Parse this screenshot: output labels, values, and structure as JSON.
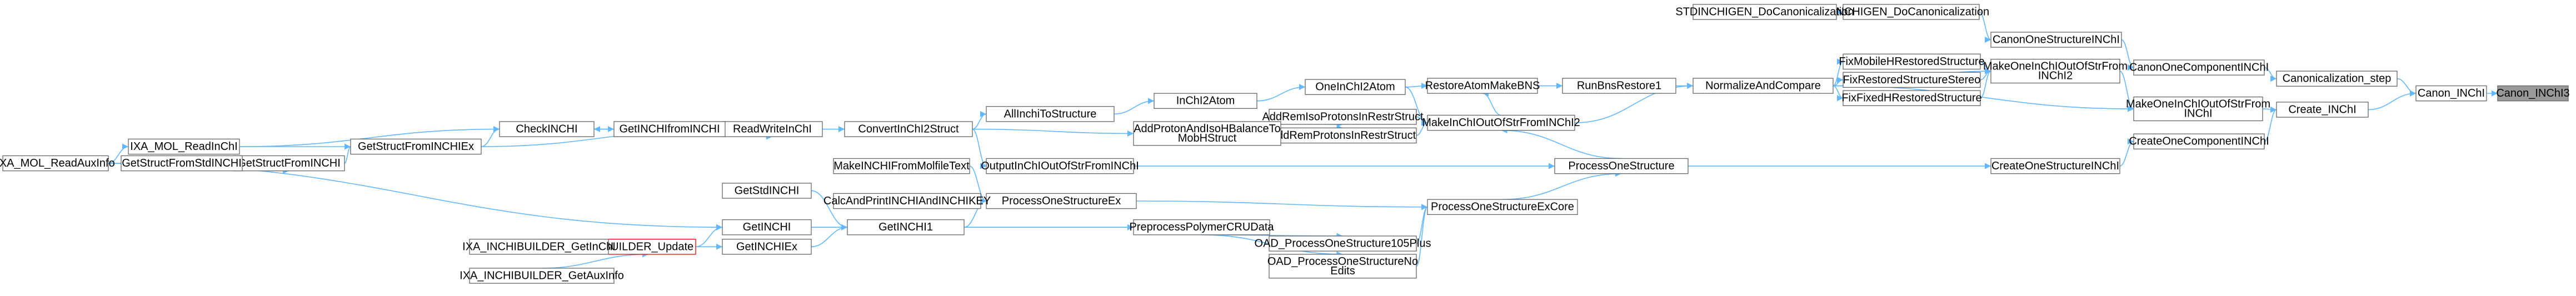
{
  "graph": {
    "background": "#ffffff",
    "edge_color": "#63b8ff",
    "node_border": "#666666",
    "root_fill": "#999999",
    "highlight_border": "#ff0000",
    "nodes": [
      {
        "id": "Canon_INChI3",
        "lines": [
          "Canon_INChI3"
        ],
        "style": "root"
      },
      {
        "id": "Canon_INChI",
        "lines": [
          "Canon_INChI"
        ]
      },
      {
        "id": "Canonicalization_step",
        "lines": [
          "Canonicalization_step"
        ]
      },
      {
        "id": "Create_INChI",
        "lines": [
          "Create_INChI"
        ]
      },
      {
        "id": "CanonOneComponentINChI",
        "lines": [
          "CanonOneComponentINChI"
        ]
      },
      {
        "id": "CanonOneStructureINChI",
        "lines": [
          "CanonOneStructureINChI"
        ]
      },
      {
        "id": "INCHIGEN_DoCanonicalization",
        "lines": [
          "INCHIGEN_DoCanonicalization"
        ]
      },
      {
        "id": "STDINCHIGEN_DoCanonicalization",
        "lines": [
          "STDINCHIGEN_DoCanonicalization"
        ]
      },
      {
        "id": "MakeOneInChIOutOfStrFromINChI2",
        "lines": [
          "MakeOneInChIOutOfStrFrom",
          "INChI2"
        ]
      },
      {
        "id": "MakeOneInChIOutOfStrFromINChI",
        "lines": [
          "MakeOneInChIOutOfStrFrom",
          "INChI"
        ]
      },
      {
        "id": "CreateOneComponentINChI",
        "lines": [
          "CreateOneComponentINChI"
        ]
      },
      {
        "id": "CreateOneStructureINChI",
        "lines": [
          "CreateOneStructureINChI"
        ]
      },
      {
        "id": "FixMobileHRestoredStructure",
        "lines": [
          "FixMobileHRestoredStructure"
        ]
      },
      {
        "id": "FixRestoredStructureStereo",
        "lines": [
          "FixRestoredStructureStereo"
        ]
      },
      {
        "id": "FixFixedHRestoredStructure",
        "lines": [
          "FixFixedHRestoredStructure"
        ]
      },
      {
        "id": "NormalizeAndCompare",
        "lines": [
          "NormalizeAndCompare"
        ]
      },
      {
        "id": "RunBnsRestore1",
        "lines": [
          "RunBnsRestore1"
        ]
      },
      {
        "id": "RestoreAtomMakeBNS",
        "lines": [
          "RestoreAtomMakeBNS"
        ]
      },
      {
        "id": "MakeInChIOutOfStrFromINChI2",
        "lines": [
          "MakeInChIOutOfStrFromINChI2"
        ]
      },
      {
        "id": "ProcessOneStructure",
        "lines": [
          "ProcessOneStructure"
        ]
      },
      {
        "id": "ProcessOneStructureExCore",
        "lines": [
          "ProcessOneStructureExCore"
        ]
      },
      {
        "id": "OneInChI2Atom",
        "lines": [
          "OneInChI2Atom"
        ]
      },
      {
        "id": "AddRemIsoProtonsInRestrStruct",
        "lines": [
          "AddRemIsoProtonsInRestrStruct"
        ]
      },
      {
        "id": "AddRemProtonsInRestrStruct",
        "lines": [
          "AddRemProtonsInRestrStruct"
        ]
      },
      {
        "id": "OAD_ProcessOneStructure105Plus",
        "lines": [
          "OAD_ProcessOneStructure105Plus"
        ]
      },
      {
        "id": "OAD_ProcessOneStructureNoEdits",
        "lines": [
          "OAD_ProcessOneStructureNo",
          "Edits"
        ]
      },
      {
        "id": "InChI2Atom",
        "lines": [
          "InChI2Atom"
        ]
      },
      {
        "id": "AddProtonAndIsoHBalanceToMobHStruct",
        "lines": [
          "AddProtonAndIsoHBalanceTo",
          "MobHStruct"
        ]
      },
      {
        "id": "OutputInChIOutOfStrFromINChI",
        "lines": [
          "OutputInChIOutOfStrFromINChI"
        ]
      },
      {
        "id": "ProcessOneStructureEx",
        "lines": [
          "ProcessOneStructureEx"
        ]
      },
      {
        "id": "PreprocessPolymerCRUData",
        "lines": [
          "PreprocessPolymerCRUData"
        ]
      },
      {
        "id": "AllInchiToStructure",
        "lines": [
          "AllInchiToStructure"
        ]
      },
      {
        "id": "ConvertInChI2Struct",
        "lines": [
          "ConvertInChI2Struct"
        ]
      },
      {
        "id": "ReadWriteInChI",
        "lines": [
          "ReadWriteInChI"
        ]
      },
      {
        "id": "MakeINCHIFromMolfileText",
        "lines": [
          "MakeINCHIFromMolfileText"
        ]
      },
      {
        "id": "CalcAndPrintINCHIAndINCHIKEY",
        "lines": [
          "CalcAndPrintINCHIAndINCHIKEY"
        ]
      },
      {
        "id": "GetINCHI1",
        "lines": [
          "GetINCHI1"
        ]
      },
      {
        "id": "GetINCHIfromINCHI",
        "lines": [
          "GetINCHIfromINCHI"
        ]
      },
      {
        "id": "GetStdINCHI",
        "lines": [
          "GetStdINCHI"
        ]
      },
      {
        "id": "GetINCHI",
        "lines": [
          "GetINCHI"
        ]
      },
      {
        "id": "GetINCHIEx",
        "lines": [
          "GetINCHIEx"
        ]
      },
      {
        "id": "CheckINCHI",
        "lines": [
          "CheckINCHI"
        ]
      },
      {
        "id": "GetStructFromINCHIEx",
        "lines": [
          "GetStructFromINCHIEx"
        ]
      },
      {
        "id": "BUILDER_Update",
        "lines": [
          "BUILDER_Update"
        ],
        "style": "highlight"
      },
      {
        "id": "IXA_INCHIBUILDER_GetInChI",
        "lines": [
          "IXA_INCHIBUILDER_GetInChI"
        ]
      },
      {
        "id": "IXA_INCHIBUILDER_GetAuxInfo",
        "lines": [
          "IXA_INCHIBUILDER_GetAuxInfo"
        ]
      },
      {
        "id": "IXA_MOL_ReadInChI",
        "lines": [
          "IXA_MOL_ReadInChI"
        ]
      },
      {
        "id": "GetStructFromINCHI",
        "lines": [
          "GetStructFromINCHI"
        ]
      },
      {
        "id": "GetStructFromStdINCHI",
        "lines": [
          "GetStructFromStdINCHI"
        ]
      },
      {
        "id": "IXA_MOL_ReadAuxInfo",
        "lines": [
          "IXA_MOL_ReadAuxInfo"
        ]
      }
    ],
    "edges": [
      [
        "Canon_INChI",
        "Canon_INChI3"
      ],
      [
        "Canonicalization_step",
        "Canon_INChI"
      ],
      [
        "Create_INChI",
        "Canon_INChI"
      ],
      [
        "CanonOneComponentINChI",
        "Canonicalization_step"
      ],
      [
        "CanonOneStructureINChI",
        "CanonOneComponentINChI"
      ],
      [
        "INCHIGEN_DoCanonicalization",
        "CanonOneStructureINChI"
      ],
      [
        "STDINCHIGEN_DoCanonicalization",
        "INCHIGEN_DoCanonicalization"
      ],
      [
        "MakeOneInChIOutOfStrFromINChI",
        "Create_INChI"
      ],
      [
        "CreateOneComponentINChI",
        "Create_INChI"
      ],
      [
        "CreateOneStructureINChI",
        "CreateOneComponentINChI"
      ],
      [
        "MakeOneInChIOutOfStrFromINChI2",
        "MakeOneInChIOutOfStrFromINChI"
      ],
      [
        "NormalizeAndCompare",
        "MakeOneInChIOutOfStrFromINChI"
      ],
      [
        "FixMobileHRestoredStructure",
        "MakeOneInChIOutOfStrFromINChI2"
      ],
      [
        "FixRestoredStructureStereo",
        "MakeOneInChIOutOfStrFromINChI2"
      ],
      [
        "FixFixedHRestoredStructure",
        "MakeOneInChIOutOfStrFromINChI2"
      ],
      [
        "NormalizeAndCompare",
        "MakeOneInChIOutOfStrFromINChI2"
      ],
      [
        "NormalizeAndCompare",
        "FixMobileHRestoredStructure"
      ],
      [
        "NormalizeAndCompare",
        "FixRestoredStructureStereo"
      ],
      [
        "NormalizeAndCompare",
        "FixFixedHRestoredStructure"
      ],
      [
        "RunBnsRestore1",
        "NormalizeAndCompare"
      ],
      [
        "RestoreAtomMakeBNS",
        "RunBnsRestore1"
      ],
      [
        "MakeInChIOutOfStrFromINChI2",
        "RestoreAtomMakeBNS"
      ],
      [
        "MakeInChIOutOfStrFromINChI2",
        "NormalizeAndCompare"
      ],
      [
        "ProcessOneStructure",
        "CreateOneStructureINChI"
      ],
      [
        "ProcessOneStructure",
        "MakeInChIOutOfStrFromINChI2"
      ],
      [
        "ProcessOneStructureExCore",
        "ProcessOneStructure"
      ],
      [
        "OneInChI2Atom",
        "RestoreAtomMakeBNS"
      ],
      [
        "OneInChI2Atom",
        "MakeInChIOutOfStrFromINChI2"
      ],
      [
        "AddRemIsoProtonsInRestrStruct",
        "MakeInChIOutOfStrFromINChI2"
      ],
      [
        "AddRemProtonsInRestrStruct",
        "MakeInChIOutOfStrFromINChI2"
      ],
      [
        "OAD_ProcessOneStructure105Plus",
        "ProcessOneStructureExCore"
      ],
      [
        "OAD_ProcessOneStructureNoEdits",
        "ProcessOneStructureExCore"
      ],
      [
        "InChI2Atom",
        "OneInChI2Atom"
      ],
      [
        "AddProtonAndIsoHBalanceToMobHStruct",
        "AddRemIsoProtonsInRestrStruct"
      ],
      [
        "AddProtonAndIsoHBalanceToMobHStruct",
        "AddRemProtonsInRestrStruct"
      ],
      [
        "OutputInChIOutOfStrFromINChI",
        "ProcessOneStructure"
      ],
      [
        "ProcessOneStructureEx",
        "ProcessOneStructureExCore"
      ],
      [
        "PreprocessPolymerCRUData",
        "OAD_ProcessOneStructure105Plus"
      ],
      [
        "PreprocessPolymerCRUData",
        "OAD_ProcessOneStructureNoEdits"
      ],
      [
        "AllInchiToStructure",
        "InChI2Atom"
      ],
      [
        "ConvertInChI2Struct",
        "AllInchiToStructure"
      ],
      [
        "ConvertInChI2Struct",
        "AddProtonAndIsoHBalanceToMobHStruct"
      ],
      [
        "ConvertInChI2Struct",
        "OutputInChIOutOfStrFromINChI"
      ],
      [
        "ReadWriteInChI",
        "ConvertInChI2Struct"
      ],
      [
        "MakeINCHIFromMolfileText",
        "ProcessOneStructureEx"
      ],
      [
        "CalcAndPrintINCHIAndINCHIKEY",
        "ProcessOneStructureEx"
      ],
      [
        "GetINCHI1",
        "ProcessOneStructureEx"
      ],
      [
        "GetINCHI1",
        "PreprocessPolymerCRUData"
      ],
      [
        "GetINCHIfromINCHI",
        "ReadWriteInChI"
      ],
      [
        "GetStdINCHI",
        "GetINCHI1"
      ],
      [
        "GetINCHI",
        "GetINCHI1"
      ],
      [
        "GetINCHIEx",
        "GetINCHI1"
      ],
      [
        "CheckINCHI",
        "GetINCHIfromINCHI"
      ],
      [
        "GetINCHIfromINCHI",
        "CheckINCHI"
      ],
      [
        "GetStructFromINCHIEx",
        "CheckINCHI"
      ],
      [
        "GetStructFromINCHIEx",
        "ReadWriteInChI"
      ],
      [
        "BUILDER_Update",
        "GetINCHI"
      ],
      [
        "BUILDER_Update",
        "GetINCHIEx"
      ],
      [
        "IXA_INCHIBUILDER_GetInChI",
        "BUILDER_Update"
      ],
      [
        "IXA_INCHIBUILDER_GetAuxInfo",
        "BUILDER_Update"
      ],
      [
        "IXA_MOL_ReadInChI",
        "GetStructFromINCHIEx"
      ],
      [
        "GetStructFromINCHI",
        "GetStructFromINCHIEx"
      ],
      [
        "GetStructFromStdINCHI",
        "GetStructFromINCHI"
      ],
      [
        "IXA_MOL_ReadInChI",
        "CheckINCHI"
      ],
      [
        "IXA_MOL_ReadAuxInfo",
        "IXA_MOL_ReadInChI"
      ],
      [
        "IXA_MOL_ReadAuxInfo",
        "GetStructFromINCHI"
      ],
      [
        "IXA_MOL_ReadAuxInfo",
        "GetINCHI"
      ]
    ]
  }
}
